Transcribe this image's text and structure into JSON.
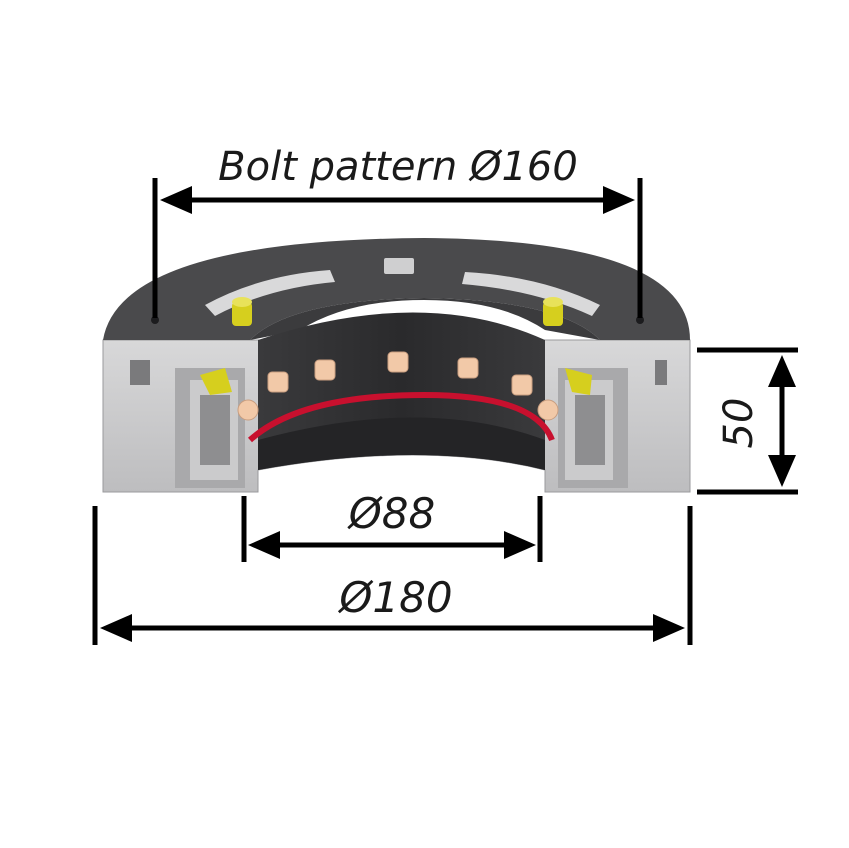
{
  "dimensions": {
    "bolt_pattern": "Bolt pattern Ø160",
    "inner_diameter": "Ø88",
    "outer_diameter": "Ø180",
    "height": "50"
  },
  "colors": {
    "outer_ring": "#cfcfd0",
    "top_face": "#4a4a4c",
    "bore": "#2e2e30",
    "seal": "#c8102e",
    "roller": "#f2c9a8",
    "bolt_head": "#d6cf1e",
    "dimension_line": "#000000"
  }
}
